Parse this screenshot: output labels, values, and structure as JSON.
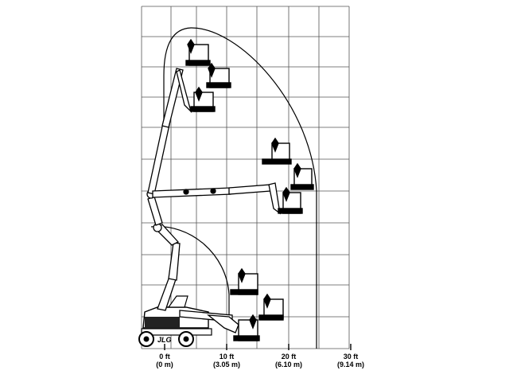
{
  "brand": {
    "logo_text": "JLG"
  },
  "x_axis": {
    "ticks": [
      {
        "ft": "0 ft",
        "m": "(0 m)"
      },
      {
        "ft": "10 ft",
        "m": "(3.05 m)"
      },
      {
        "ft": "20 ft",
        "m": "(6.10 m)"
      },
      {
        "ft": "30 ft",
        "m": "(9.14 m)"
      }
    ]
  }
}
